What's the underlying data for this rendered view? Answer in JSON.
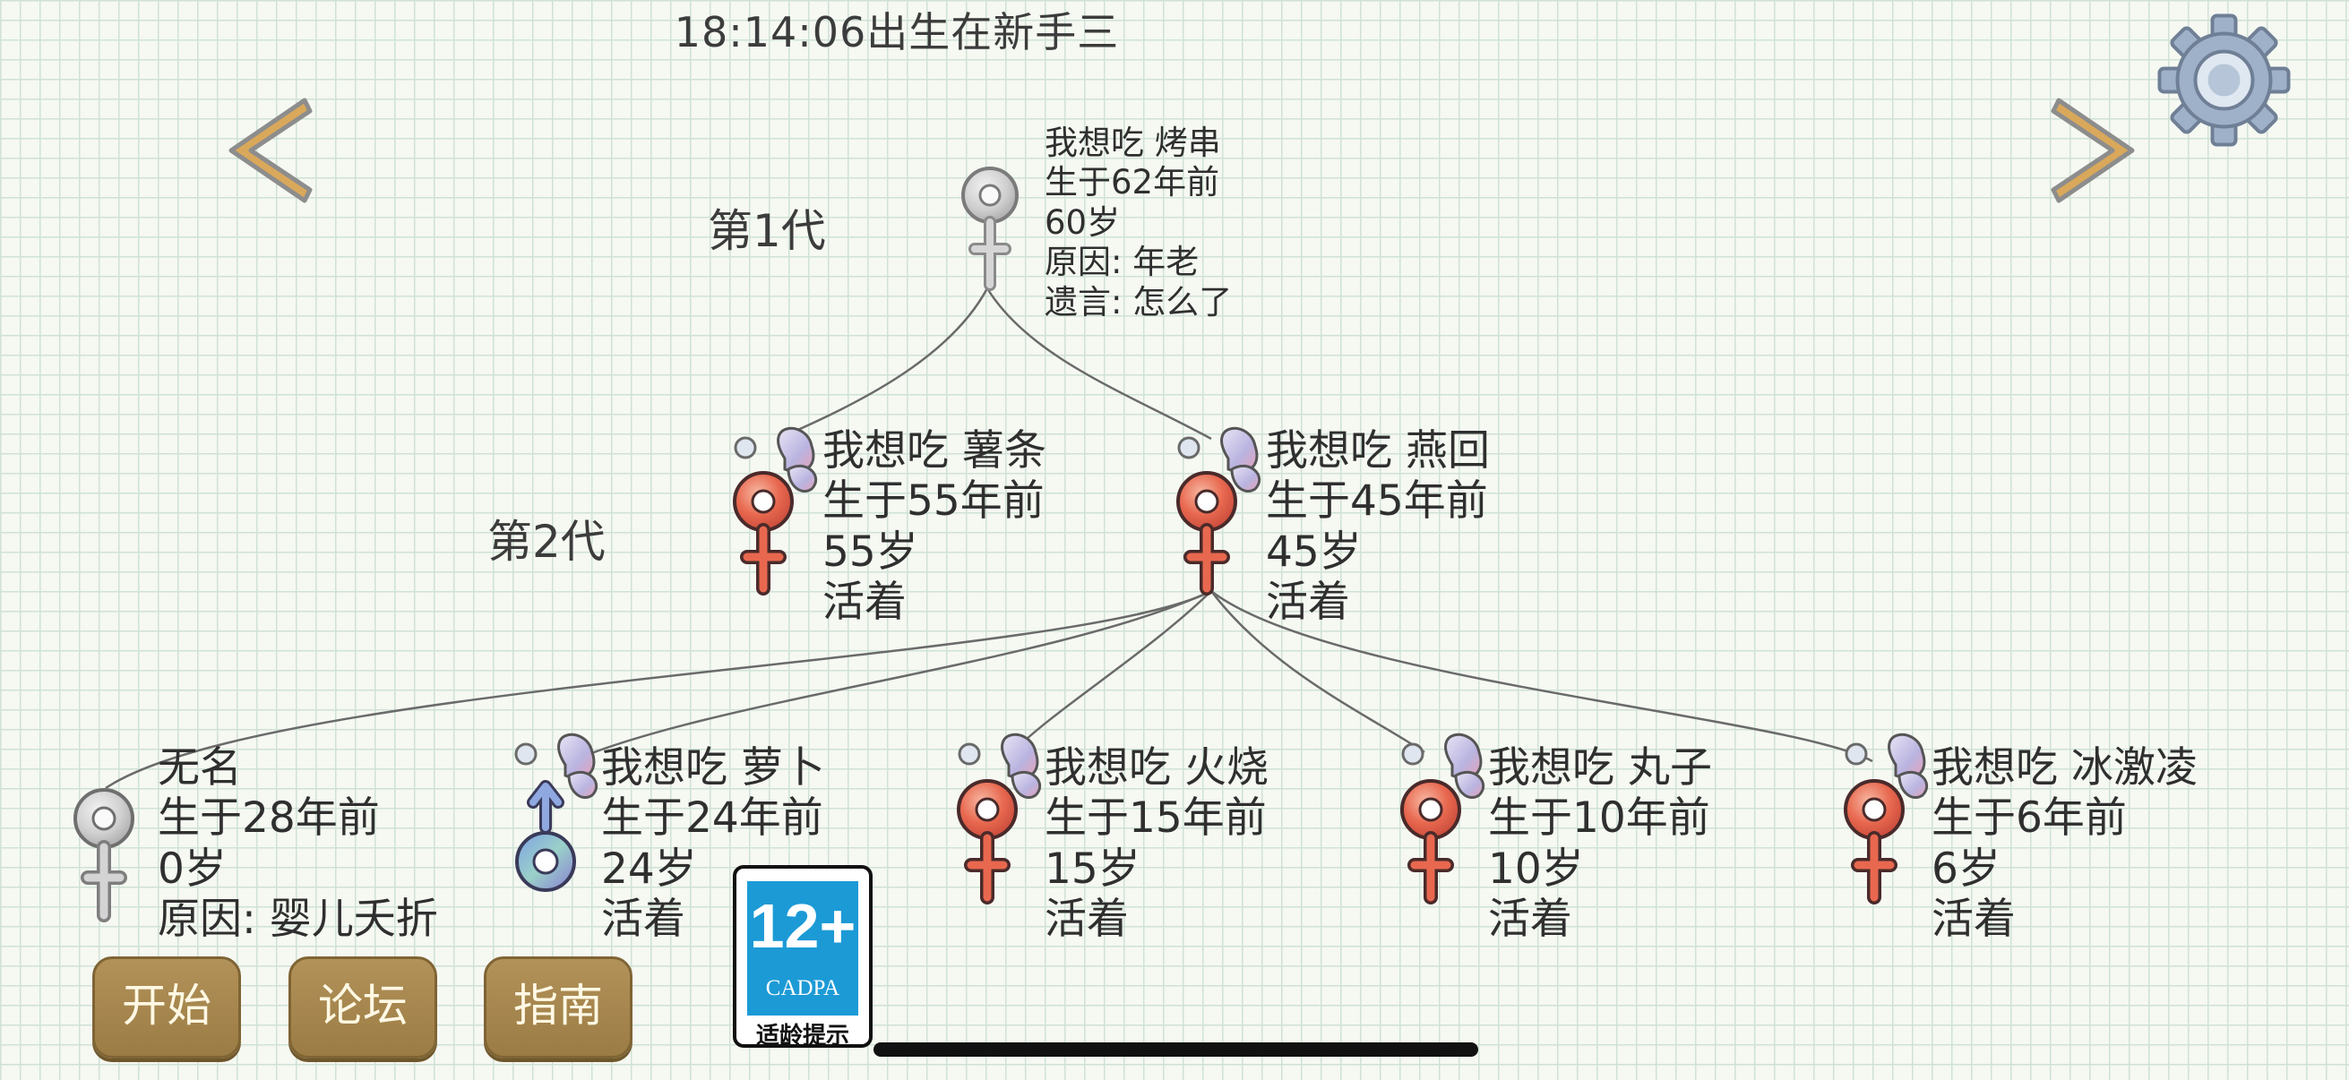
{
  "header": {
    "title": "18:14:06出生在新手三"
  },
  "generations": [
    {
      "label": "第1代"
    },
    {
      "label": "第2代"
    }
  ],
  "members": {
    "root": {
      "name": "我想吃 烤串",
      "born": "生于62年前",
      "age": "60岁",
      "cause": "原因: 年老",
      "will": "遗言: 怎么了",
      "symbol": "female-symbol-icon",
      "status_color": "#c9c9c9"
    },
    "g2_1": {
      "name": "我想吃 薯条",
      "born": "生于55年前",
      "age": "55岁",
      "status": "活着",
      "symbol": "female-symbol-icon",
      "status_color": "#e86a55"
    },
    "g2_2": {
      "name": "我想吃 燕回",
      "born": "生于45年前",
      "age": "45岁",
      "status": "活着",
      "symbol": "female-symbol-icon",
      "status_color": "#e86a55"
    },
    "g3_1": {
      "name": "无名",
      "born": "生于28年前",
      "age": "0岁",
      "cause": "原因: 婴儿夭折",
      "symbol": "female-symbol-icon",
      "status_color": "#c9c9c9"
    },
    "g3_2": {
      "name": "我想吃 萝卜",
      "born": "生于24年前",
      "age": "24岁",
      "status": "活着",
      "symbol": "male-symbol-icon",
      "status_color": "#7f8fd6"
    },
    "g3_3": {
      "name": "我想吃 火烧",
      "born": "生于15年前",
      "age": "15岁",
      "status": "活着",
      "symbol": "female-symbol-icon",
      "status_color": "#e86a55"
    },
    "g3_4": {
      "name": "我想吃 丸子",
      "born": "生于10年前",
      "age": "10岁",
      "status": "活着",
      "symbol": "female-symbol-icon",
      "status_color": "#e86a55"
    },
    "g3_5": {
      "name": "我想吃 冰激凌",
      "born": "生于6年前",
      "age": "6岁",
      "status": "活着",
      "symbol": "female-symbol-icon",
      "status_color": "#e86a55"
    }
  },
  "buttons": {
    "start": "开始",
    "forum": "论坛",
    "guide": "指南"
  },
  "age_rating": {
    "age": "12+",
    "org": "CADPA",
    "caption": "适龄提示",
    "color": "#1c9ad6"
  },
  "icons": {
    "prev": "chevron-left-icon",
    "next": "chevron-right-icon",
    "settings": "gear-icon"
  }
}
